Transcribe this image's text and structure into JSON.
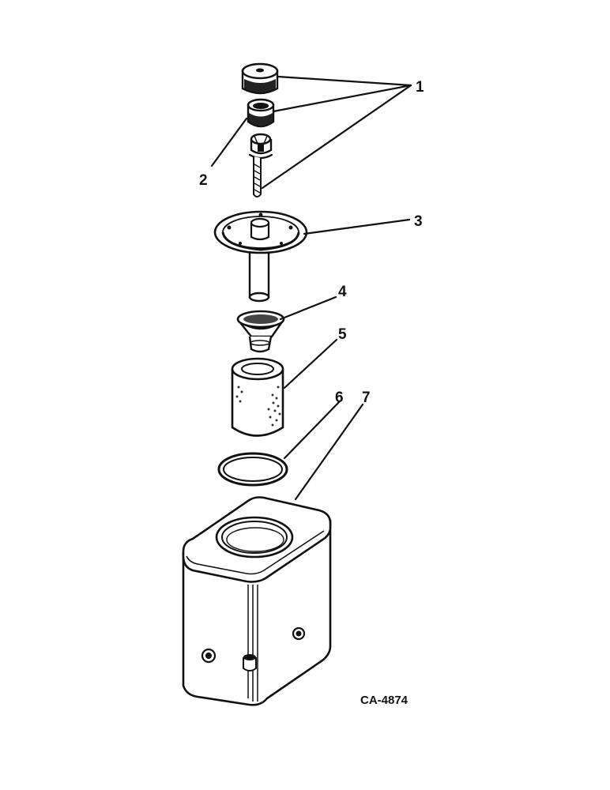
{
  "diagram": {
    "callouts": [
      {
        "id": "1",
        "label": "1"
      },
      {
        "id": "2",
        "label": "2"
      },
      {
        "id": "3",
        "label": "3"
      },
      {
        "id": "4",
        "label": "4"
      },
      {
        "id": "5",
        "label": "5"
      },
      {
        "id": "6",
        "label": "6"
      },
      {
        "id": "7",
        "label": "7"
      }
    ],
    "drawing_code": "CA-4874"
  }
}
